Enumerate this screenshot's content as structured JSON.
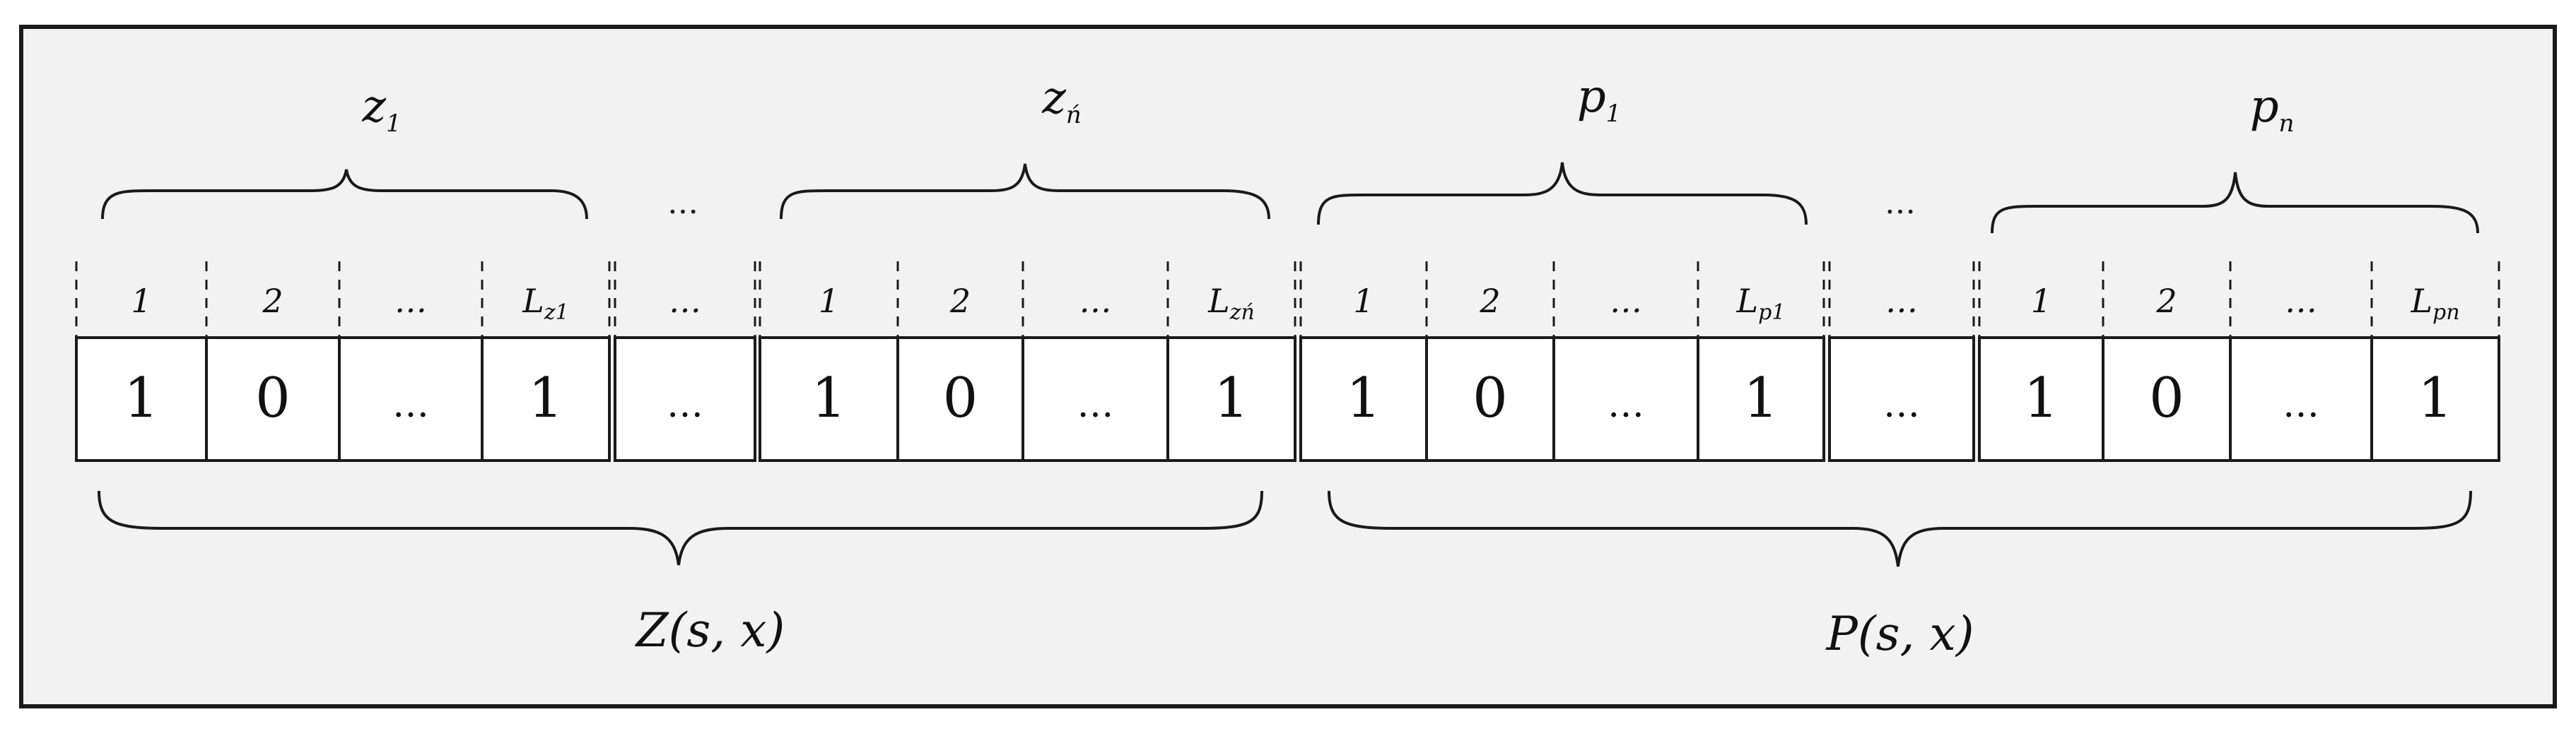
{
  "groups": [
    {
      "name": "z",
      "sub": "1"
    },
    {
      "name": "z",
      "sub": "ń"
    },
    {
      "name": "p",
      "sub": "1"
    },
    {
      "name": "p",
      "sub": "n"
    }
  ],
  "ellipsis": "…",
  "segments": [
    {
      "headers": [
        "1",
        "2",
        "…",
        "L"
      ],
      "last_sub": "z1",
      "bits": [
        "1",
        "0",
        "…",
        "1"
      ]
    },
    {
      "headers": [
        "1",
        "2",
        "…",
        "L"
      ],
      "last_sub": "zń",
      "bits": [
        "1",
        "0",
        "…",
        "1"
      ]
    },
    {
      "headers": [
        "1",
        "2",
        "…",
        "L"
      ],
      "last_sub": "p1",
      "bits": [
        "1",
        "0",
        "…",
        "1"
      ]
    },
    {
      "headers": [
        "1",
        "2",
        "…",
        "L"
      ],
      "last_sub": "pn",
      "bits": [
        "1",
        "0",
        "…",
        "1"
      ]
    }
  ],
  "gap_header": "…",
  "gap_bit": "…",
  "totals": [
    {
      "label": "Z(s, x)"
    },
    {
      "label": "P(s, x)"
    }
  ],
  "colors": {
    "panel_background": "#f2f2f2",
    "border": "#1a1a1a",
    "cell_background": "#ffffff",
    "text": "#111111"
  }
}
